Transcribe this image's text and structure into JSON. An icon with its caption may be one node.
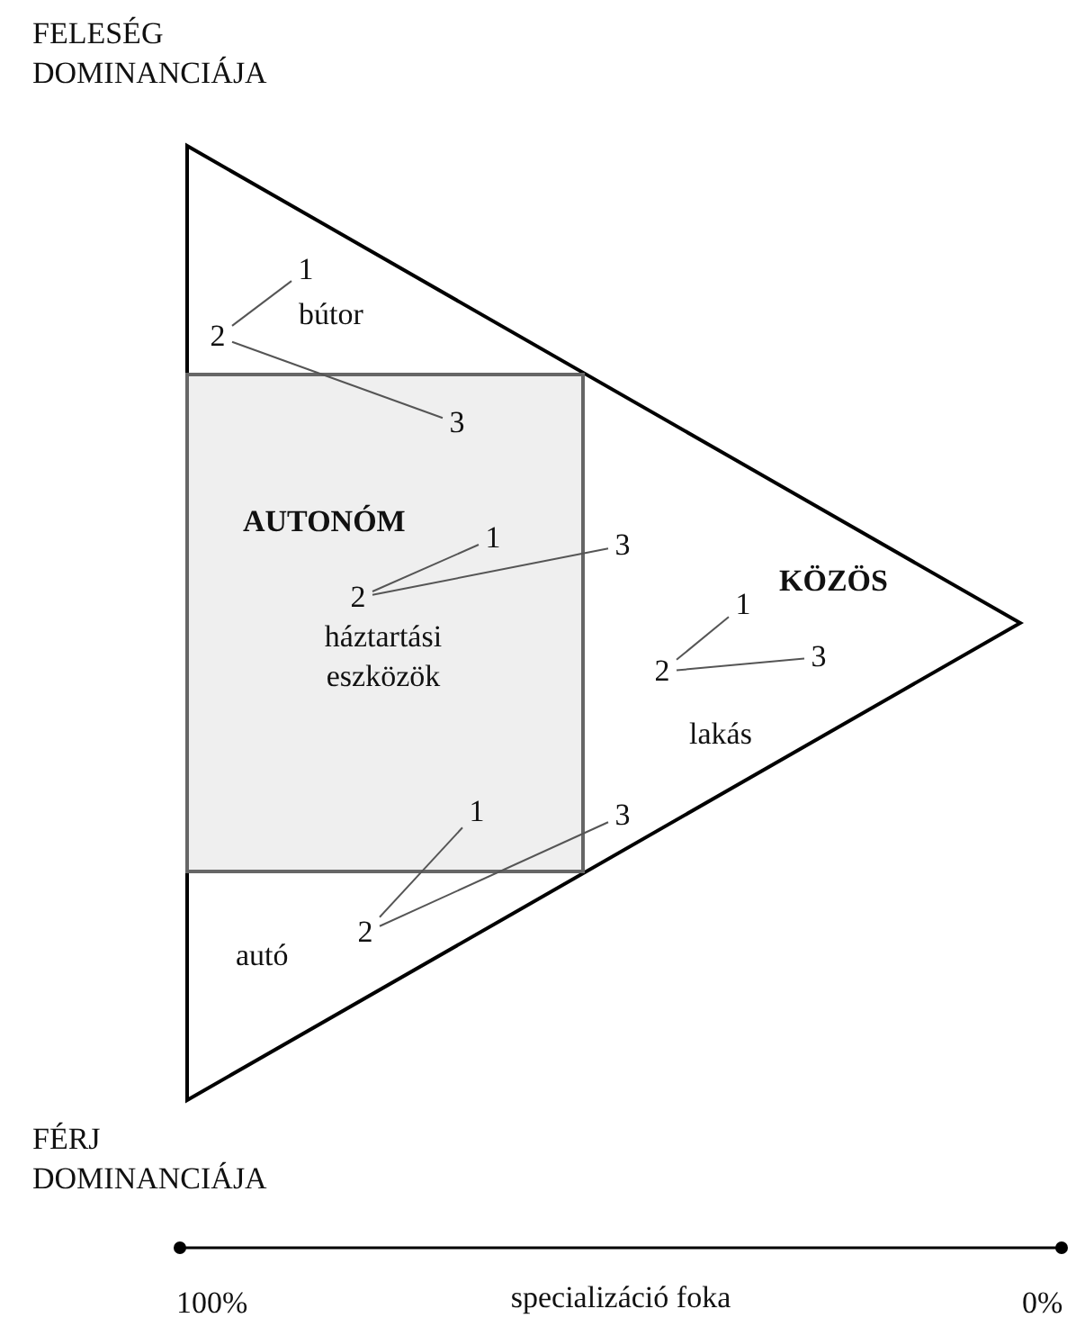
{
  "diagram": {
    "nodes": [
      {
        "text": [
          "KÖZÖS"
        ]
      },
      {
        "text": [
          "AUTONÓM"
        ],
        "in": 0
      },
      {
        "text": [
          "1"
        ],
        "in": 0
      },
      {
        "text": [
          "2"
        ],
        "in": 0
      },
      {
        "text": [
          "3"
        ],
        "in": 1
      },
      {
        "text": [
          "1"
        ],
        "in": 1
      },
      {
        "text": [
          "2"
        ],
        "in": 1
      },
      {
        "text": [
          "3"
        ],
        "in": 0
      },
      {
        "text": [
          "1"
        ],
        "in": 0
      },
      {
        "text": [
          "2"
        ],
        "in": 0
      },
      {
        "text": [
          "3"
        ],
        "in": 0
      },
      {
        "text": [
          "1"
        ],
        "in": 1
      },
      {
        "text": [
          "2"
        ],
        "in": 0
      },
      {
        "text": [
          "3"
        ],
        "in": 0
      }
    ],
    "edges": [
      {
        "from": 3,
        "to": 2,
        "arrow": "none"
      },
      {
        "from": 3,
        "to": 4,
        "arrow": "none"
      },
      {
        "from": 6,
        "to": 5,
        "arrow": "none"
      },
      {
        "from": 6,
        "to": 7,
        "arrow": "none"
      },
      {
        "from": 9,
        "to": 8,
        "arrow": "none"
      },
      {
        "from": 9,
        "to": 10,
        "arrow": "none"
      },
      {
        "from": 12,
        "to": 11,
        "arrow": "none"
      },
      {
        "from": 12,
        "to": 13,
        "arrow": "none"
      }
    ],
    "labels": [
      "FELESÉG DOMINANCIÁJA",
      "bútor",
      "háztartási eszközök",
      "lakás",
      "autó",
      "FÉRJ DOMINANCIÁJA",
      "100%",
      "specializáció foka",
      "0%"
    ]
  }
}
